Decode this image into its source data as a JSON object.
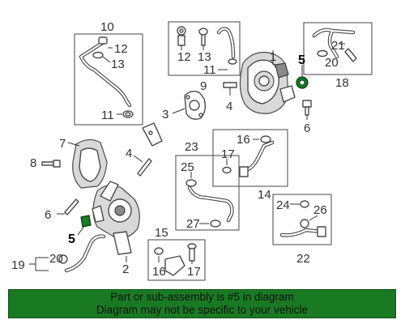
{
  "callouts": {
    "c1": "1",
    "c2": "2",
    "c3": "3",
    "c4a": "4",
    "c4b": "4",
    "c5a": "5",
    "c5b": "5",
    "c6a": "6",
    "c6b": "6",
    "c7": "7",
    "c8": "8",
    "c9": "9",
    "c10": "10",
    "c11a": "11",
    "c11b": "11",
    "c12a": "12",
    "c12b": "12",
    "c13a": "13",
    "c13b": "13",
    "c14": "14",
    "c15": "15",
    "c16a": "16",
    "c16b": "16",
    "c17a": "17",
    "c17b": "17",
    "c18": "18",
    "c19": "19",
    "c20a": "20",
    "c20b": "20",
    "c21": "21",
    "c22": "22",
    "c23": "23",
    "c24": "24",
    "c25": "25",
    "c26": "26",
    "c27": "27"
  },
  "highlight_color": "#1a7a24",
  "banner": {
    "line1": "Part or sub-assembly is #5 in diagram",
    "line2": "Diagram may not be specific to your vehicle"
  }
}
